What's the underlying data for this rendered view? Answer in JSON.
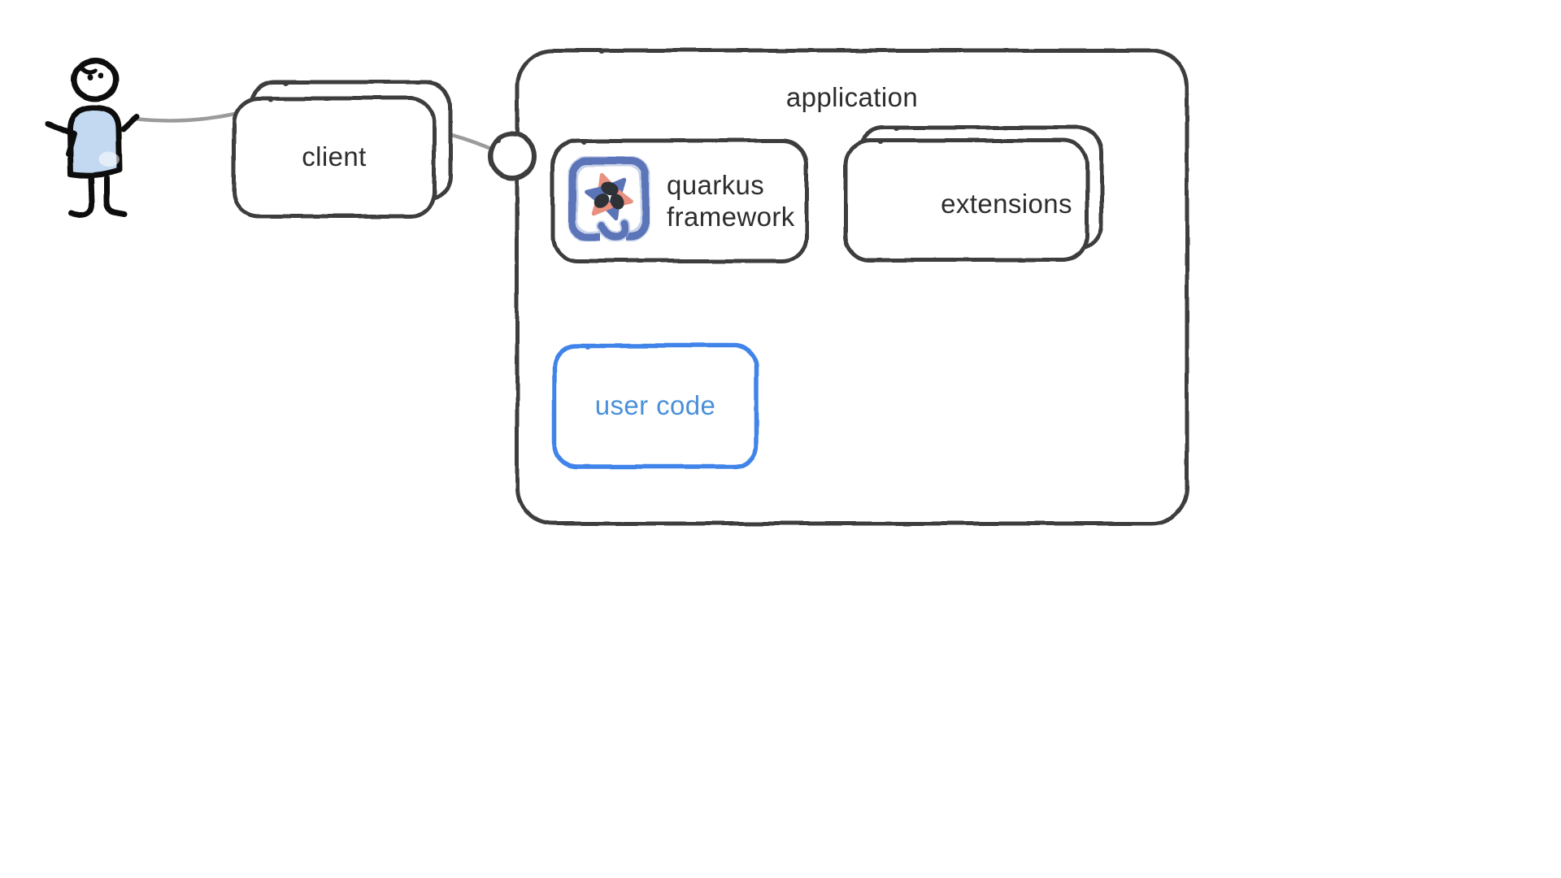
{
  "diagram": {
    "type": "hand-drawn architecture sketch",
    "labels": {
      "application": "application",
      "client": "client",
      "quarkus": [
        "quarkus",
        "framework"
      ],
      "extensions": "extensions",
      "user_code": "user code"
    },
    "colors": {
      "background": "#ffffff",
      "box_stroke": "#3d3d3d",
      "label_text": "#2d2d2d",
      "user_code_border_blue": "#4084ea",
      "user_code_text_blue": "#4a90d9",
      "connector_line_gray": "#9b9b9b",
      "person_ink": "#101010",
      "person_shirt_blue": "#c3d9f2",
      "quarkus_logo_blue": "#5b74b8",
      "quarkus_logo_light_blue": "#9bb0da",
      "quarkus_logo_salmon": "#e9907f",
      "quarkus_logo_core_dark": "#2e3237"
    },
    "icons": {
      "person": "person-icon",
      "quarkus_logo": "quarkus-logo-icon",
      "connector_node": "connector-node-icon"
    }
  }
}
